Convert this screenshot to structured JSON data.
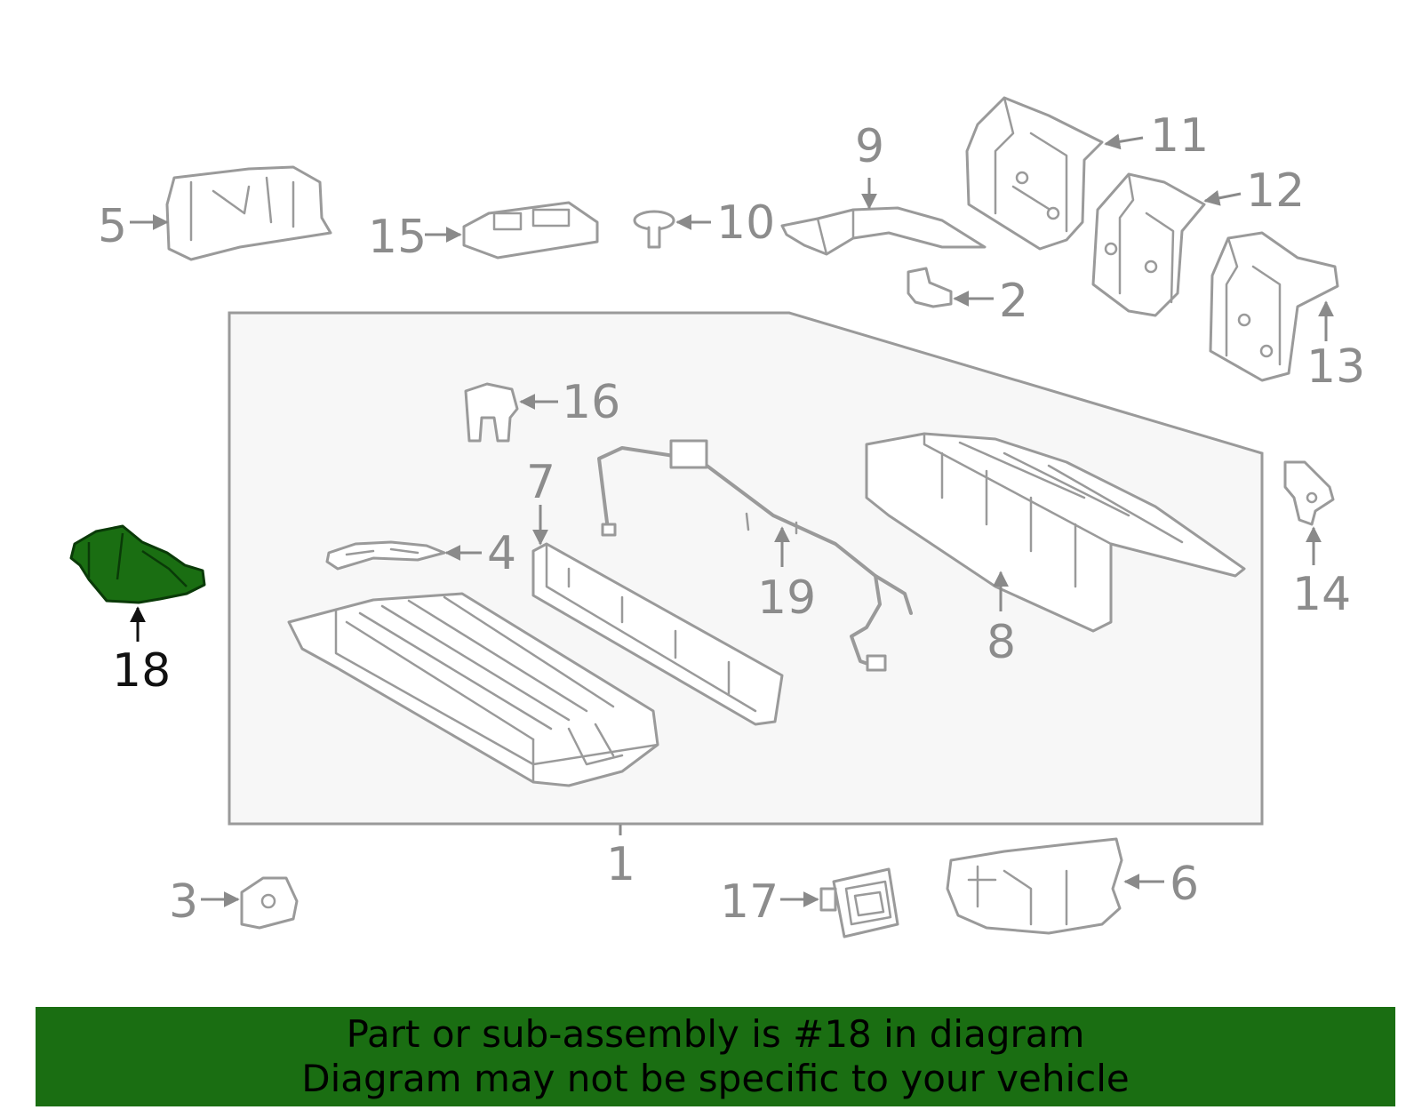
{
  "callouts": {
    "c1": "1",
    "c2": "2",
    "c3": "3",
    "c4": "4",
    "c5": "5",
    "c6": "6",
    "c7": "7",
    "c8": "8",
    "c9": "9",
    "c10": "10",
    "c11": "11",
    "c12": "12",
    "c13": "13",
    "c14": "14",
    "c15": "15",
    "c16": "16",
    "c17": "17",
    "c18": "18",
    "c19": "19"
  },
  "highlighted_part": "18",
  "colors": {
    "highlight": "#1a6e12",
    "banner_bg": "#1a6e12",
    "line_art": "#9a9a9a",
    "label": "#8c8c8c"
  },
  "banner": {
    "line1": "Part or sub-assembly is #18 in diagram",
    "line2": "Diagram may not be specific to your vehicle"
  }
}
